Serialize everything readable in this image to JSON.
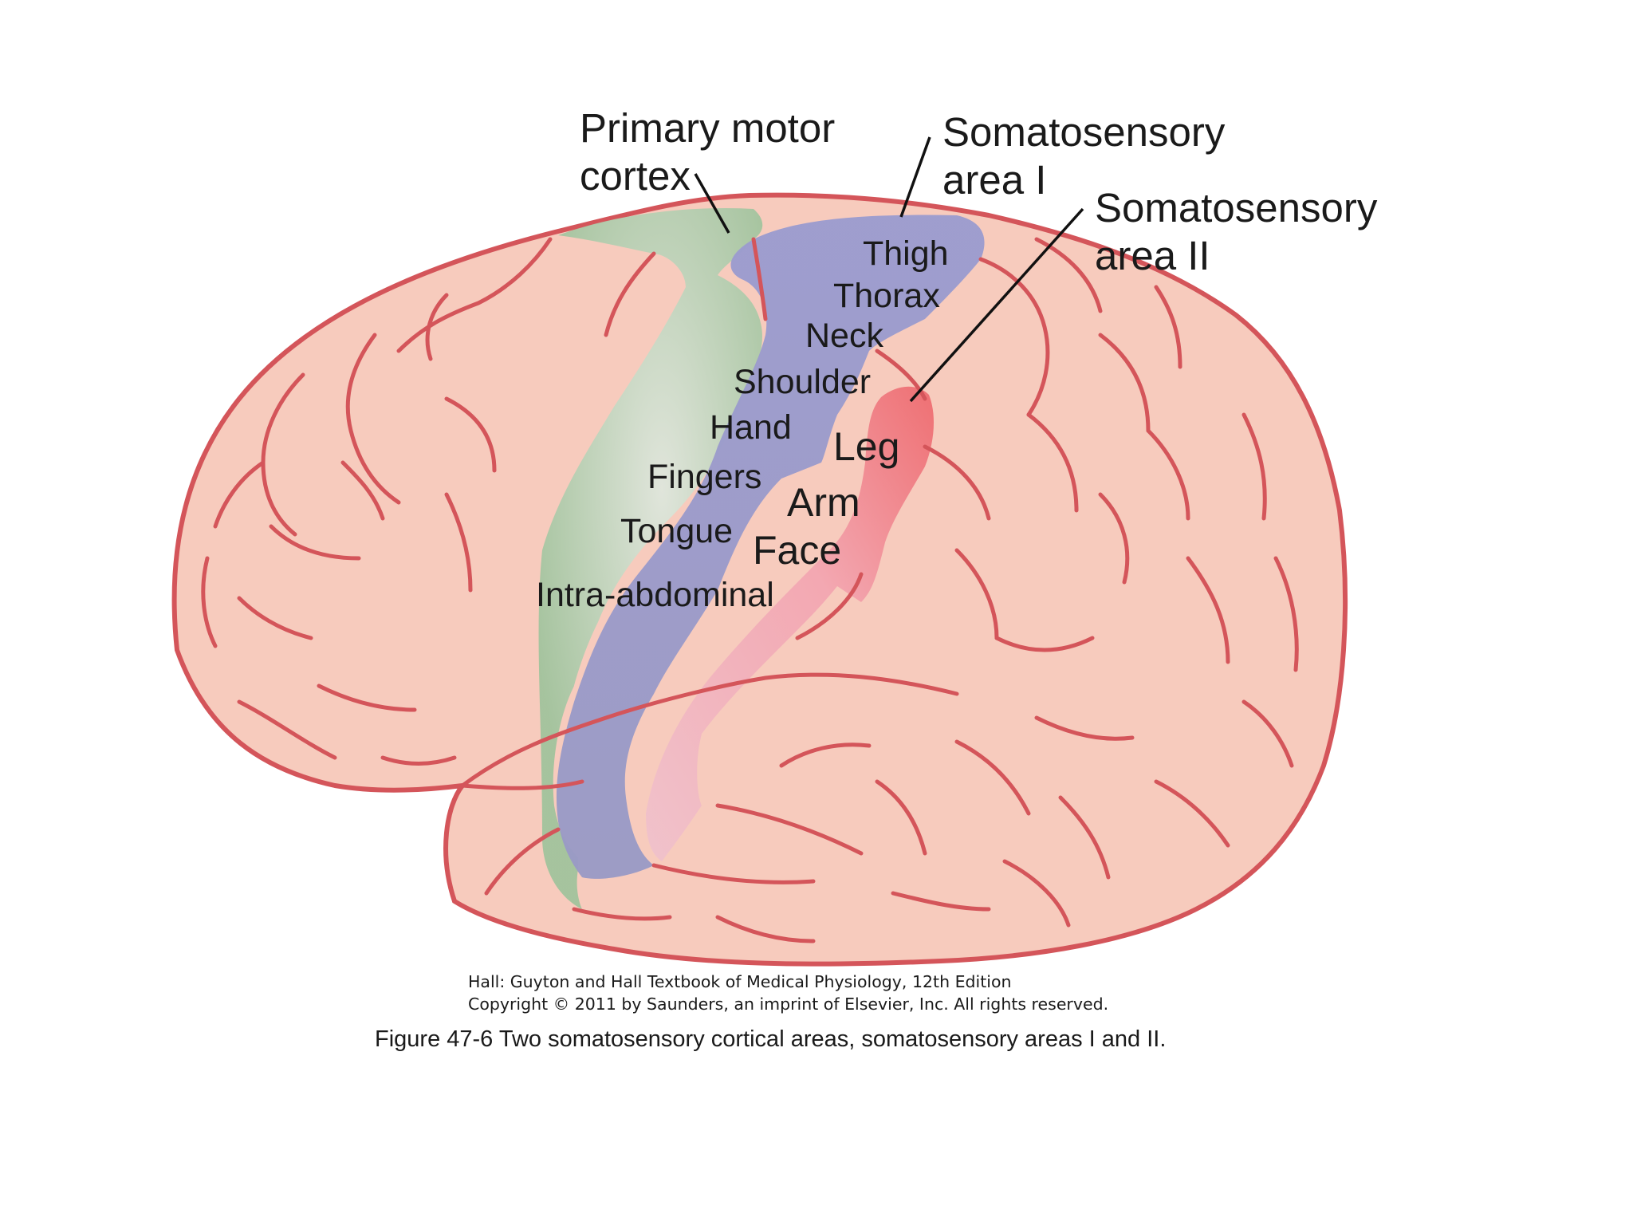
{
  "callouts": {
    "primary_motor_cortex": [
      "Primary motor",
      "cortex"
    ],
    "somatosensory_area_1": [
      "Somatosensory",
      "area I"
    ],
    "somatosensory_area_2": [
      "Somatosensory",
      "area II"
    ]
  },
  "area1_labels": {
    "thigh": "Thigh",
    "thorax": "Thorax",
    "neck": "Neck",
    "shoulder": "Shoulder",
    "hand": "Hand",
    "fingers": "Fingers",
    "tongue": "Tongue",
    "intra_abdominal": "Intra-abdominal"
  },
  "area2_labels": {
    "leg": "Leg",
    "arm": "Arm",
    "face": "Face"
  },
  "credit": {
    "line1": "Hall: Guyton and Hall Textbook of Medical Physiology, 12th Edition",
    "line2": "Copyright © 2011 by Saunders, an imprint of Elsevier, Inc. All rights reserved."
  },
  "caption": "Figure 47-6 Two somatosensory cortical areas, somatosensory areas I and II.",
  "colors": {
    "brain_fill": "#f7cbbd",
    "brain_outline": "#d4555a",
    "primary_motor_cortex": "#a9c9a4",
    "somatosensory_area_1": "#9d9ccb",
    "somatosensory_area_2": "#f2a3ad"
  }
}
